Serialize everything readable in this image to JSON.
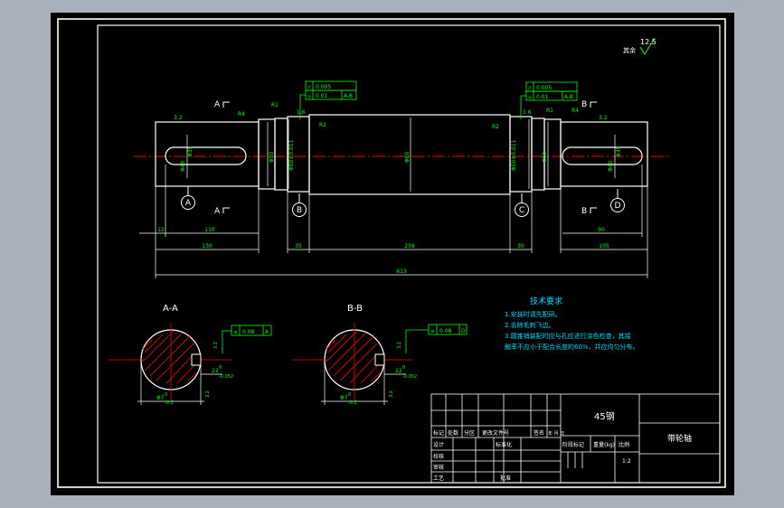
{
  "roughness": {
    "value": "12.5",
    "prefix": "其余"
  },
  "sections": {
    "a_label": "A",
    "b_label": "B",
    "aa_title": "A-A",
    "bb_title": "B-B",
    "view_a": "A",
    "view_b": "B",
    "view_c": "C",
    "view_d": "D"
  },
  "notes": {
    "r4_left": "R4",
    "r1_left": "R1",
    "r2_left": "R2",
    "r2_right": "R2",
    "r1_right": "R1",
    "r4_right": "R4",
    "ra_left": "3.2",
    "ra_mid_left": "1.6",
    "ra_mid_right": "1.6",
    "ra_right": "3.2"
  },
  "tolerance_left": {
    "row1_sym": "//",
    "row1_val": "0.005",
    "row2_sym": "◎",
    "row2_val": "0.01",
    "row2_ref": "A-B"
  },
  "tolerance_right": {
    "row1_sym": "//",
    "row1_val": "0.005",
    "row2_sym": "◎",
    "row2_val": "0.01",
    "row2_ref": "A-B"
  },
  "diameters": {
    "d_left_end": "Φ40",
    "d_left_end2": "Φ35",
    "d_left_brg": "Φ50",
    "d_left_brg_tol": "Φ50±0.011",
    "d_center": "Φ60",
    "d_right_brg": "Φ50",
    "d_right_brg_tol": "Φ50±0.011",
    "d_right_end": "Φ40",
    "d_right_end2": "Φ35"
  },
  "dimensions": {
    "d12": "12",
    "d110": "110",
    "d130": "130",
    "d35": "35",
    "d259": "259",
    "d30": "30",
    "d90": "90",
    "d105": "105",
    "d613": "613"
  },
  "section_aa": {
    "tol_sym": "≡",
    "tol_val": "0.08",
    "tol_ref": "A",
    "keyway": "22",
    "keyway_tol": "0\n-0.052",
    "dia": "Φ7",
    "dia_tol": "0\n-0.2",
    "ra1": "3.2",
    "ra2": "3.2"
  },
  "section_bb": {
    "tol_sym": "≡",
    "tol_val": "0.08",
    "tol_ref": "D",
    "keyway": "22",
    "keyway_tol": "0\n-0.052",
    "dia": "Φ7",
    "dia_tol": "0\n-0.2",
    "ra1": "3.2",
    "ra2": "3.2"
  },
  "tech_req": {
    "title": "技术要求",
    "lines": [
      "1.安装时请先配研。",
      "2.去除毛刺飞边。",
      "3.圆锥销装配时应与孔应进行涂色检查，其接",
      "触率不应小于配合长度的60%，并应均匀分布。"
    ]
  },
  "title_block": {
    "material": "45钢",
    "part_name": "带轮轴",
    "header_cells": [
      "标记",
      "处数",
      "分区",
      "更改文件号",
      "签名",
      "年 月 日"
    ],
    "row_labels": [
      "设计",
      "校核",
      "审核",
      "工艺"
    ],
    "standard": "标准化",
    "approve": "批准",
    "stage_label": "阶段标记",
    "weight_label": "重量(kg)",
    "scale_label": "比例",
    "scale_value": "1:2"
  }
}
